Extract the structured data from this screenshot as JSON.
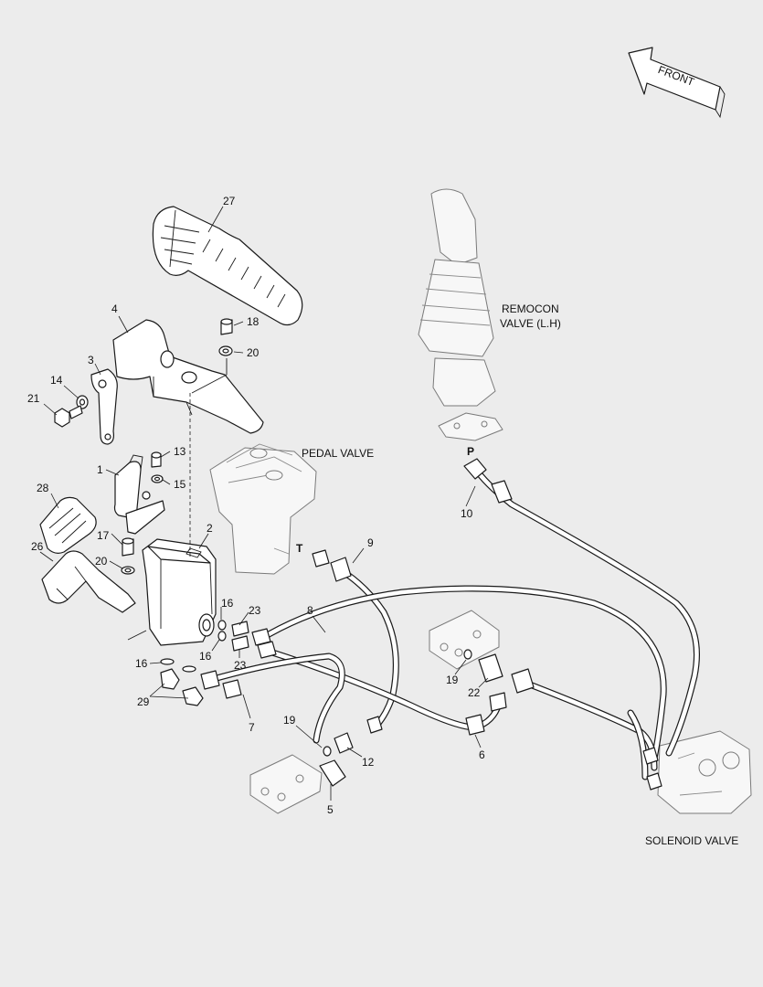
{
  "diagram": {
    "front_arrow_label": "FRONT",
    "component_labels": {
      "remocon_line1": "REMOCON",
      "remocon_line2": "VALVE (L.H)",
      "pedal_valve": "PEDAL VALVE",
      "solenoid_valve": "SOLENOID VALVE"
    },
    "port_labels": {
      "P": "P",
      "T": "T"
    },
    "callouts": {
      "c27": "27",
      "c18": "18",
      "c4": "4",
      "c20a": "20",
      "c3": "3",
      "c14": "14",
      "c21": "21",
      "c13": "13",
      "c1": "1",
      "c15": "15",
      "c28": "28",
      "c2": "2",
      "c17": "17",
      "c26": "26",
      "c20b": "20",
      "c9": "9",
      "c8": "8",
      "c16a": "16",
      "c23a": "23",
      "c16b": "16",
      "c23b": "23",
      "c16c": "16",
      "c29": "29",
      "c7": "7",
      "c10": "10",
      "c19a": "19",
      "c22": "22",
      "c6": "6",
      "c19b": "19",
      "c12": "12",
      "c5": "5"
    }
  }
}
